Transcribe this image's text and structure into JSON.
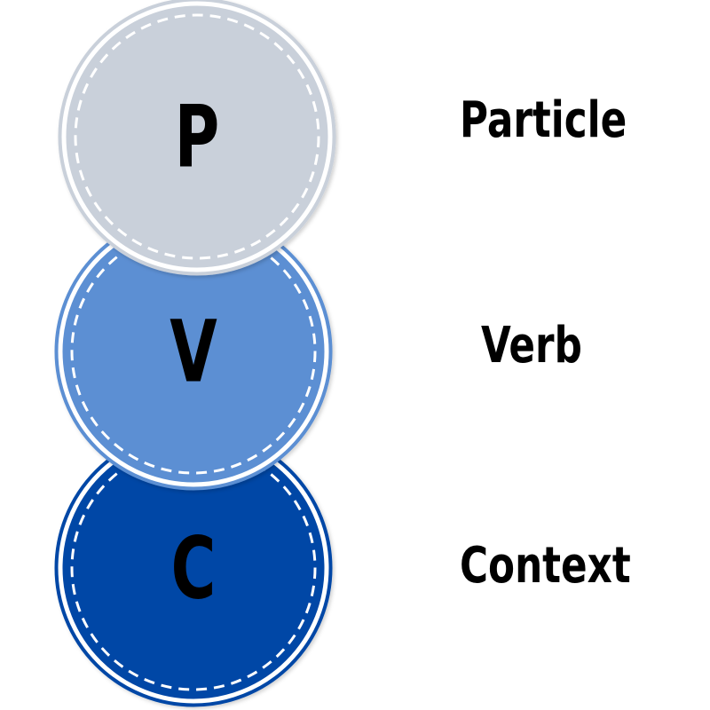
{
  "diagram": {
    "nodes": [
      {
        "letter": "P",
        "term": "Particle",
        "fill": "#c9d0da"
      },
      {
        "letter": "V",
        "term": "Verb",
        "fill": "#5b8fd3"
      },
      {
        "letter": "C",
        "term": "Context",
        "fill": "#0347a6"
      }
    ],
    "colors": {
      "ring": "#ffffff",
      "dash": "#ffffff",
      "text": "#000000",
      "background": "#ffffff"
    }
  }
}
